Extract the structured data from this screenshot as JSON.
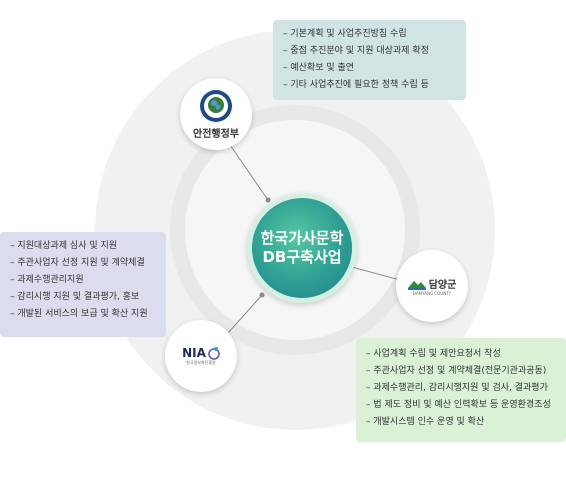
{
  "center": {
    "line1": "한국가사문학",
    "line2": "DB구축사업"
  },
  "nodes": {
    "mois": {
      "label": "안전행정부",
      "seal_text": "안전행정부"
    },
    "damyang": {
      "label": "담양군",
      "sub": "DAMYANG COUNTY"
    },
    "nia": {
      "label": "NIA",
      "sub": "한국정보화진흥원"
    }
  },
  "roles": {
    "mois": [
      "기본계획 및 사업추진방침 수립",
      "중점 추진분야 및 지원 대상과제 확정",
      "예산확보 및 출연",
      "기타 사업추진에 필요한 정책 수립 등"
    ],
    "nia": [
      "지원대상과제 심사 및 지원",
      "주관사업자 선정 지원 및 계약체결",
      "과제수행관리지원",
      "감리시행 지원 및 결과평가, 홍보",
      "개발된 서비스의 보급 및 확산 지원"
    ],
    "damyang": [
      "사업계획 수립 및 제안요청서 작성",
      "주관사업자 선정 및 계약체결(전문기관과공동)",
      "과제수행관리, 감리시행지원 및 검사, 결과평가",
      "법 제도 정비 및 예산 인력확보 등 운영환경조성",
      "개발시스템 인수 운영 및 확산"
    ]
  },
  "colors": {
    "center": "#2e9e94",
    "mois_box": "#cfe4e3",
    "nia_box": "#dcdcef",
    "damyang_box": "#daf1d6"
  }
}
